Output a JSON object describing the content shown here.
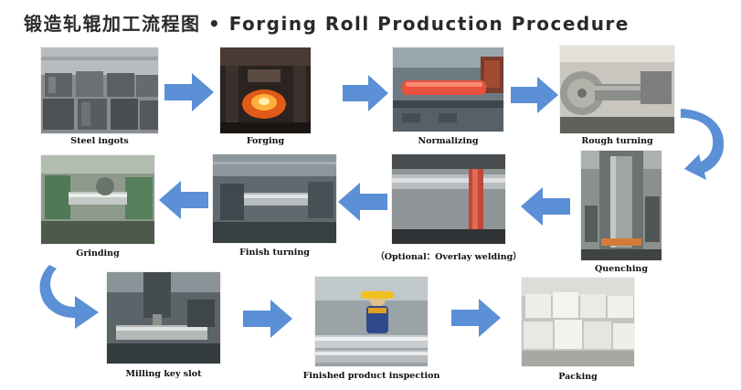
{
  "title": "锻造轧辊加工流程图 • Forging Roll Production Procedure",
  "colors": {
    "arrow": "#5b8fd6",
    "arrow_dark": "#3f73bf",
    "caption": "#111111",
    "title": "#2a2a2a"
  },
  "steps": [
    {
      "id": "steel-ingots",
      "caption": "Steel ingots"
    },
    {
      "id": "forging",
      "caption": "Forging"
    },
    {
      "id": "normalizing",
      "caption": "Normalizing"
    },
    {
      "id": "rough-turning",
      "caption": "Rough turning"
    },
    {
      "id": "quenching",
      "caption": "Quenching"
    },
    {
      "id": "overlay-welding",
      "caption": "（Optional：Overlay welding）"
    },
    {
      "id": "finish-turning",
      "caption": "Finish turning"
    },
    {
      "id": "grinding",
      "caption": "Grinding"
    },
    {
      "id": "milling-key-slot",
      "caption": "Milling key slot"
    },
    {
      "id": "finished-inspection",
      "caption": "Finished product inspection"
    },
    {
      "id": "packing",
      "caption": "Packing"
    }
  ]
}
